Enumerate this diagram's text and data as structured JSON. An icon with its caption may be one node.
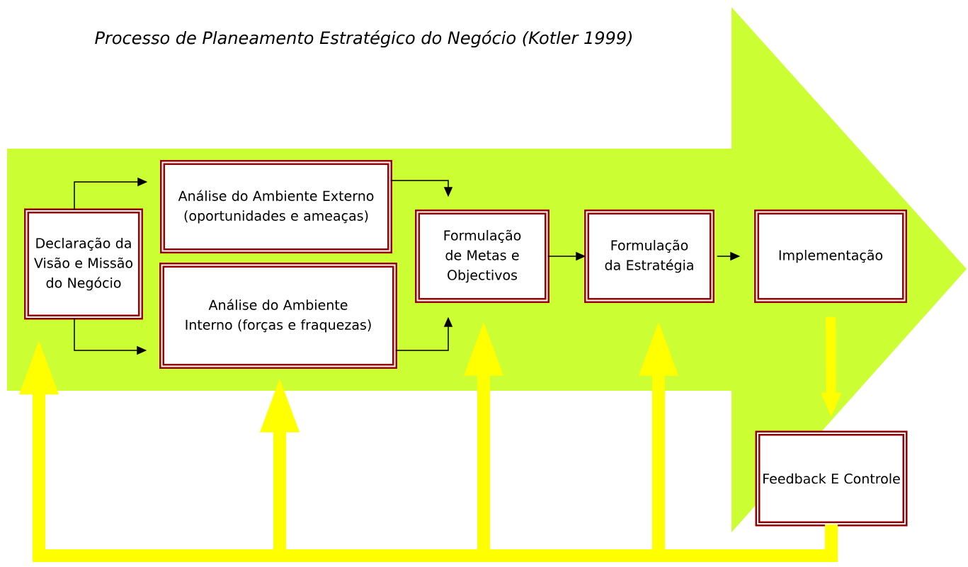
{
  "diagram": {
    "title": "Processo de Planeamento Estratégico do Negócio (Kotler 1999)",
    "nodes": [
      {
        "text": [
          "Declaração da Visão e Missão do Negócio"
        ]
      },
      {
        "text": [
          "Análise do Ambiente Externo (oportunidades e ameaças)"
        ]
      },
      {
        "text": [
          "Análise do Ambiente Interno (forças e fraquezas)"
        ]
      },
      {
        "text": [
          "Formulação de Metas e Objectivos"
        ]
      },
      {
        "text": [
          "Formulação da Estratégia"
        ]
      },
      {
        "text": [
          "Implementação"
        ]
      },
      {
        "text": [
          "Feedback E Controle"
        ]
      }
    ],
    "edges": [
      {
        "from": 0,
        "to": 1,
        "arrow": "to"
      },
      {
        "from": 0,
        "to": 2,
        "arrow": "to"
      },
      {
        "from": 1,
        "to": 3,
        "arrow": "to"
      },
      {
        "from": 2,
        "to": 3,
        "arrow": "to"
      },
      {
        "from": 3,
        "to": 4,
        "arrow": "to"
      },
      {
        "from": 4,
        "to": 5,
        "arrow": "to"
      },
      {
        "from": 5,
        "to": 6,
        "arrow": "to",
        "style": "thick",
        "color": "#ffff00"
      },
      {
        "from": 6,
        "to": 0,
        "arrow": "to",
        "style": "thick",
        "color": "#ffff00"
      },
      {
        "from": 6,
        "to": 2,
        "arrow": "to",
        "style": "thick",
        "color": "#ffff00"
      },
      {
        "from": 6,
        "to": 3,
        "arrow": "to",
        "style": "thick",
        "color": "#ffff00"
      },
      {
        "from": 6,
        "to": 4,
        "arrow": "to",
        "style": "thick",
        "color": "#ffff00"
      }
    ]
  }
}
